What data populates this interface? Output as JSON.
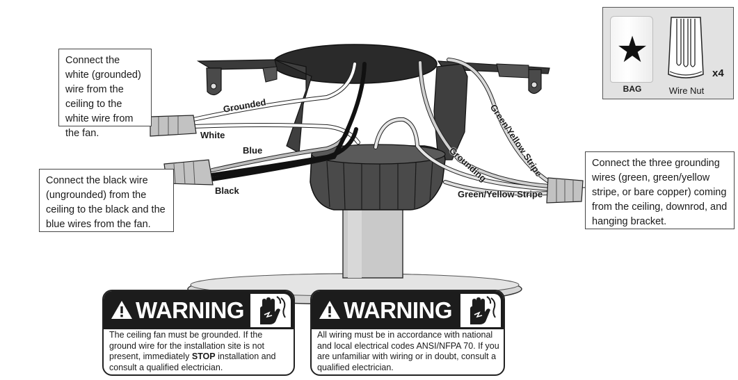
{
  "callouts": {
    "white": "Connect the white (grounded) wire from the ceiling to the white wire from the fan.",
    "black": "Connect the black wire (ungrounded) from the ceiling to the black and the blue wires from the fan.",
    "ground": "Connect the three grounding wires (green, green/yellow stripe, or bare copper) coming from the ceiling, downrod, and hanging bracket."
  },
  "wire_labels": {
    "grounded": "Grounded",
    "white": "White",
    "blue": "Blue",
    "black": "Black",
    "grounding": "Grounding",
    "green_yellow_stripe_diagonal": "Green/Yellow Stripe",
    "green_yellow_stripe_horizontal": "Green/Yellow Stripe"
  },
  "kit": {
    "bag_label": "BAG",
    "wire_nut_label": "Wire Nut",
    "quantity": "x4"
  },
  "warnings": [
    {
      "title": "WARNING",
      "text_before": "The ceiling fan must be grounded. If the ground wire for the installation site is not present, immediately ",
      "text_bold": "STOP",
      "text_after": " installation and consult a qualified electrician."
    },
    {
      "title": "WARNING",
      "text": "All wiring must be in accordance with national and local electrical codes ANSI/NFPA 70.  If you are unfamiliar with wiring or in doubt, consult a qualified electrician."
    }
  ],
  "colors": {
    "bracket": "#3a3a3a",
    "housing": "#4a4a4a",
    "downrod": "#c9c9c9",
    "wire_white": "#ffffff",
    "wire_black": "#111111",
    "wire_blue": "#bdbdbd",
    "wire_ground": "#d9d9d9",
    "warning_header": "#1c1c1c"
  }
}
